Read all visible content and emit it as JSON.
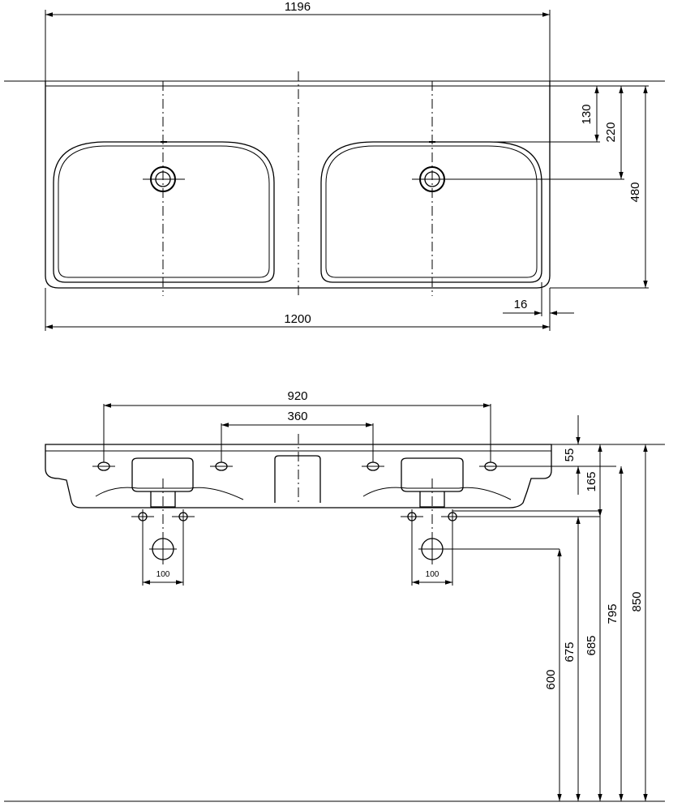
{
  "top_view": {
    "dim_total_top": "1196",
    "dim_total_bottom": "1200",
    "dim_130": "130",
    "dim_220": "220",
    "dim_480": "480",
    "dim_16": "16"
  },
  "front_view": {
    "dim_920": "920",
    "dim_360": "360",
    "dim_55": "55",
    "dim_165": "165",
    "dim_100_left": "100",
    "dim_100_right": "100",
    "dim_600": "600",
    "dim_675": "675",
    "dim_685": "685",
    "dim_795": "795",
    "dim_850": "850"
  }
}
